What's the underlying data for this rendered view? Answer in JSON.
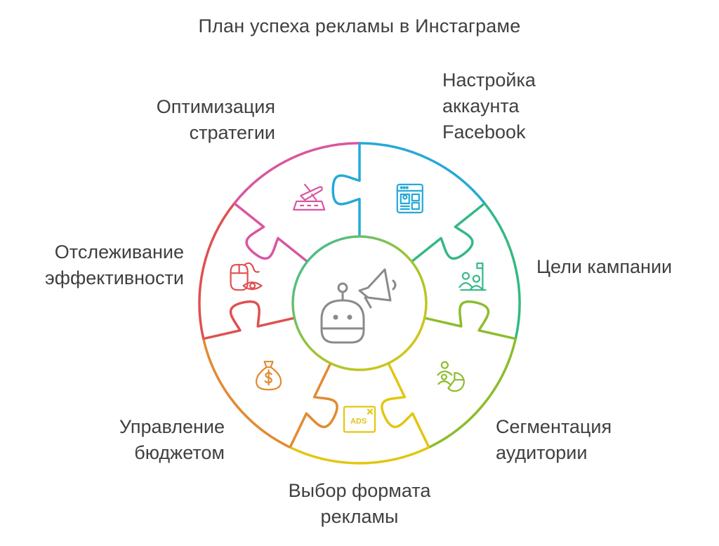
{
  "title": "План успеха рекламы в Инстаграме",
  "center": {
    "icon": "robot-megaphone-icon"
  },
  "segments": [
    {
      "name": "facebook-account",
      "lines": [
        "Настройка",
        "аккаунта",
        "Facebook"
      ],
      "color": "#24a9d8",
      "icon": "browser-profile-icon"
    },
    {
      "name": "campaign-goals",
      "lines": [
        "Цели кампании"
      ],
      "color": "#33b984",
      "icon": "team-flag-icon"
    },
    {
      "name": "audience-segmentation",
      "lines": [
        "Сегментация",
        "аудитории"
      ],
      "color": "#8cbd2c",
      "icon": "people-pie-chart-icon"
    },
    {
      "name": "ad-format",
      "lines": [
        "Выбор формата",
        "рекламы"
      ],
      "color": "#e2c611",
      "icon": "ads-window-icon"
    },
    {
      "name": "budget-management",
      "lines": [
        "Управление",
        "бюджетом"
      ],
      "color": "#e28a31",
      "icon": "money-bag-icon"
    },
    {
      "name": "performance-tracking",
      "lines": [
        "Отслеживание",
        "эффективности"
      ],
      "color": "#e05050",
      "icon": "mouse-eye-icon"
    },
    {
      "name": "strategy-optimization",
      "lines": [
        "Оптимизация",
        "стратегии"
      ],
      "color": "#d9569f",
      "icon": "plane-runway-icon"
    }
  ]
}
